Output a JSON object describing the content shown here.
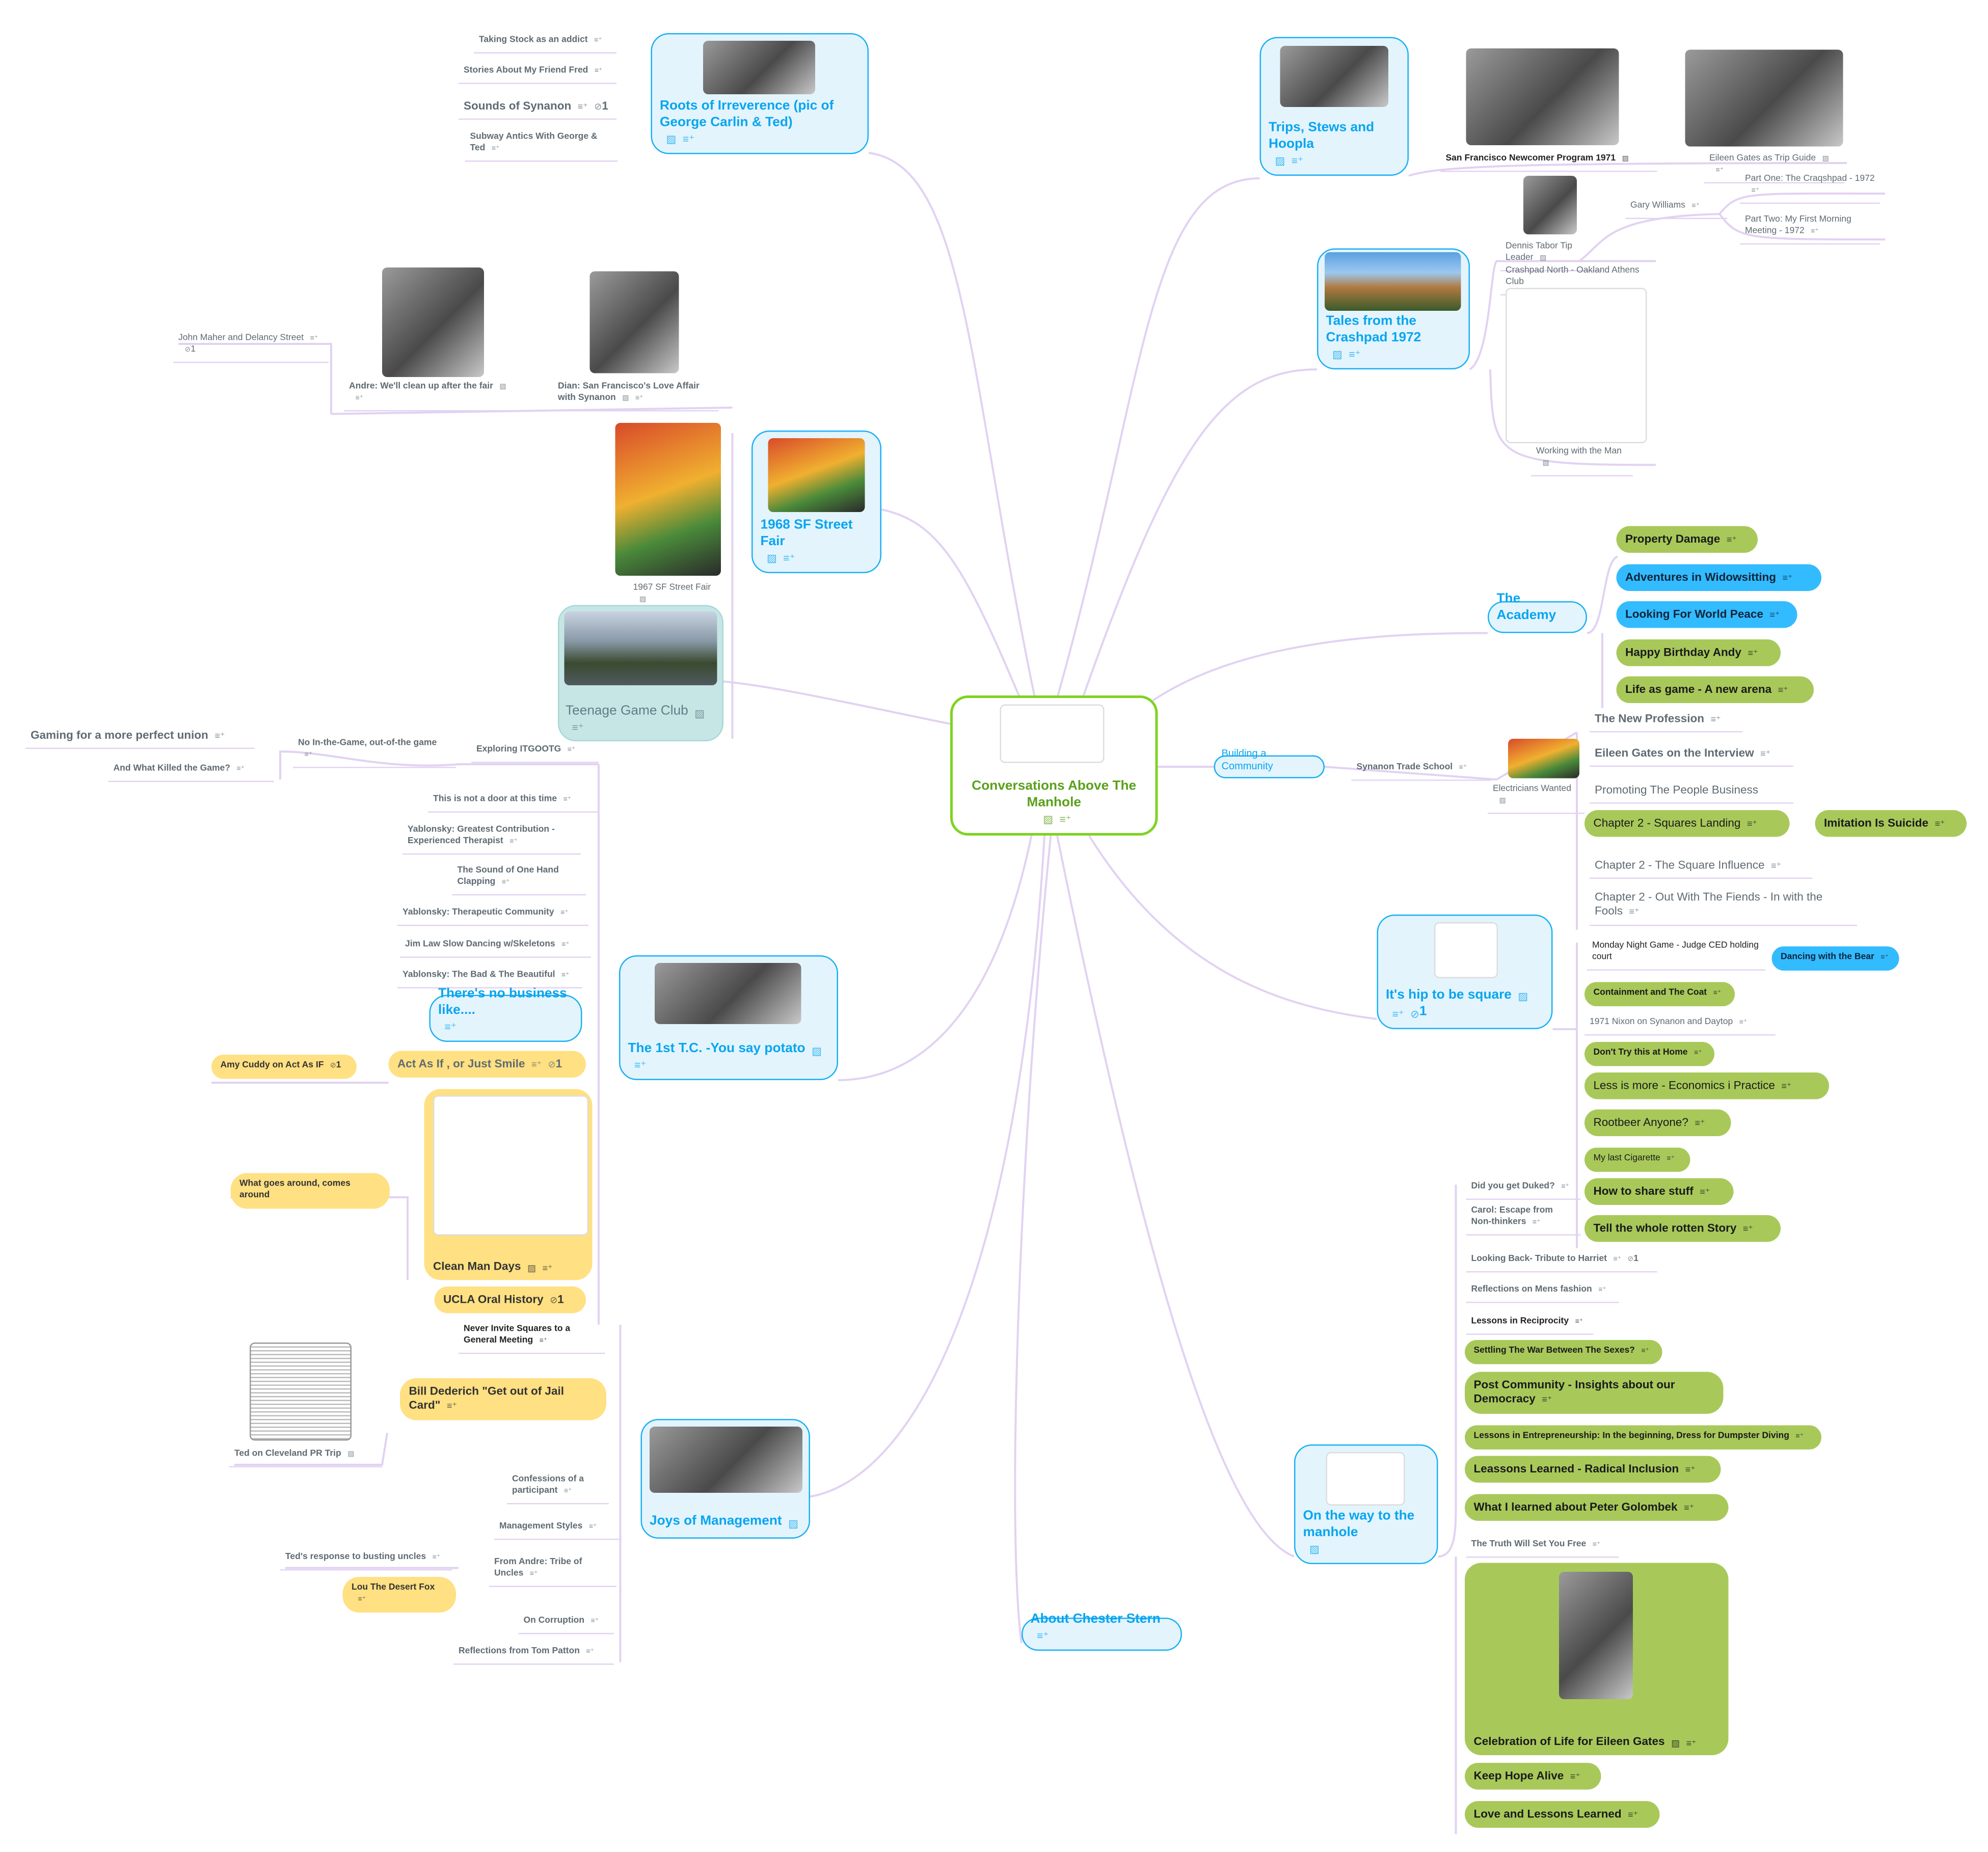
{
  "root": {
    "label": "Conversations Above The Manhole"
  },
  "roots": {
    "label": "Roots of Irreverence (pic of George Carlin & Ted)",
    "children": [
      "Taking Stock as an addict",
      "Stories About My Friend Fred",
      "Sounds of Synanon",
      "Subway Antics With George & Ted"
    ],
    "sounds_link_count": "1"
  },
  "street_fair": {
    "label": "1968 SF Street Fair",
    "children": [
      "1967 SF Street Fair",
      "Andre: We'll clean up after the fair",
      "John Maher and Delancy Street",
      "Dian:  San Francisco's Love Affair with Synanon"
    ],
    "john_link_count": "1"
  },
  "teenage": {
    "label": "Teenage Game Club",
    "children": [
      "Exploring ITGOOTG",
      "No In-the-Game, out-of-the game",
      "Gaming for a more perfect union",
      "And What Killed the Game?"
    ]
  },
  "first_tc": {
    "label": "The 1st T.C. -You say potato",
    "children": [
      "This is not a door at this time",
      "Yablonsky: Greatest Contribution - Experienced Therapist",
      "The Sound of One Hand Clapping",
      "Yablonsky: Therapeutic Community",
      "Jim Law Slow Dancing w/Skeletons",
      "Yablonsky: The Bad & The Beautiful",
      "There's no business like....",
      "Act As If , or Just Smile",
      "Amy Cuddy on Act As IF",
      "Clean Man Days",
      "What goes around, comes around",
      "UCLA Oral History",
      "Never Invite Squares to a General Meeting"
    ],
    "act_link_count": "1",
    "amy_link_count": "1",
    "ucla_link_count": "1"
  },
  "joys": {
    "label": "Joys of Management",
    "children": [
      "Bill Dederich \"Get out of Jail Card\"",
      "Ted on Cleveland PR Trip",
      "Confessions of a participant",
      "Management Styles",
      "From Andre: Tribe of Uncles",
      "Ted's response to busting uncles",
      "Lou The Desert Fox",
      "On Corruption",
      "Reflections from Tom Patton"
    ]
  },
  "about": {
    "label": "About Chester Stern"
  },
  "trips": {
    "label": "Trips, Stews and Hoopla",
    "children": [
      "San Francisco Newcomer Program 1971",
      "Eileen Gates as Trip Guide"
    ]
  },
  "crashpad": {
    "label": "Tales from the Crashpad 1972",
    "children": [
      "Dennis Tabor Tip Leader",
      "Gary Williams",
      "Part One: The Craqshpad - 1972",
      "Part Two: My First Morning Meeting - 1972",
      "Crashpad North - Oakland Athens Club",
      "Working with the Man"
    ]
  },
  "academy": {
    "label": "The Academy",
    "children": [
      "Property Damage",
      "Adventures in Widowsitting",
      "Looking For World Peace",
      "Happy Birthday Andy",
      "Life as game - A new arena"
    ]
  },
  "building": {
    "label": "Building a Community",
    "children": [
      "Synanon Trade School",
      "Electricians Wanted",
      "The New Profession",
      "Eileen Gates on the Interview",
      "Promoting The People Business",
      "Chapter 2 - Squares Landing",
      "Imitation Is Suicide",
      "Chapter 2 - The Square Influence",
      "Chapter 2 - Out With The Fiends - In with the Fools"
    ]
  },
  "hip": {
    "label": "It's hip to be square",
    "link_count": "1",
    "children": [
      "Monday Night Game - Judge CED holding court",
      "Dancing with the Bear",
      "Containment and The Coat",
      "1971 Nixon on Synanon and Daytop",
      "Don't Try this at Home",
      "Less is more - Economics i Practice",
      "Rootbeer Anyone?",
      "My last Cigarette",
      "How to share stuff",
      "Tell the whole rotten Story"
    ]
  },
  "manhole": {
    "label": "On the way to the manhole",
    "children": [
      "Did you get Duked?",
      "Carol: Escape from Non-thinkers",
      "Looking Back- Tribute to Harriet",
      "Reflections on Mens fashion",
      "Lessons in Reciprocity",
      "Settling The War Between The Sexes?",
      "Post Community - Insights about our Democracy",
      "Lessons in Entrepreneurship: In the beginning, Dress for  Dumpster Diving",
      "Leassons Learned - Radical Inclusion",
      "What I learned about Peter Golombek",
      "The Truth Will Set You Free",
      "Celebration of Life for Eileen Gates",
      "Keep Hope Alive",
      "Love and Lessons Learned"
    ],
    "harriet_link_count": "1"
  },
  "colors": {
    "root_border": "#7ed321",
    "topic_border": "#1ab0f5",
    "topic_text": "#08a5ef",
    "green_pill": "#a8c95a",
    "blue_pill": "#33bbff",
    "yellow_pill": "#ffe082",
    "teal_topic": "#c6e6e6",
    "connector": "#e2d2f2"
  },
  "icons": {
    "note": "note-icon",
    "image": "image-icon",
    "link": "link-icon"
  }
}
